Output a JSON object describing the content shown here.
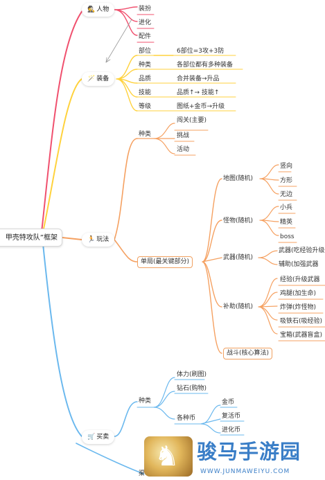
{
  "root": {
    "label": "甲壳特攻队”框架"
  },
  "colors": {
    "red": "#f0506e",
    "yellow": "#ffd23c",
    "orange": "#f5a060",
    "blue": "#6ab8ee"
  },
  "branches": {
    "character": {
      "label": "人物",
      "icon": "character-icon",
      "children": [
        "装扮",
        "进化",
        "配件"
      ]
    },
    "equipment": {
      "label": "装备",
      "icon": "wand-icon",
      "children": [
        {
          "label": "部位",
          "detail": "6部位=3攻+3防"
        },
        {
          "label": "种类",
          "detail": "各部位都有多种装备"
        },
        {
          "label": "品质",
          "detail": "合并装备→升品"
        },
        {
          "label": "技能",
          "detail": "品质↑→ 技能↑"
        },
        {
          "label": "等级",
          "detail": "图纸+金币→升级"
        }
      ]
    },
    "gameplay": {
      "label": "玩法",
      "icon": "runner-icon",
      "types": {
        "label": "种类",
        "children": [
          "闯关(主要)",
          "挑战",
          "活动"
        ]
      },
      "single": {
        "label": "单局(最关键部分)",
        "map": {
          "label": "地图(随机)",
          "children": [
            "竖向",
            "方形",
            "无边"
          ]
        },
        "monster": {
          "label": "怪物(随机)",
          "children": [
            "小兵",
            "精英",
            "boss"
          ]
        },
        "weapon": {
          "label": "武器(随机)",
          "children": [
            "武器(吃经验升级",
            "辅助(加强武器"
          ]
        },
        "assist": {
          "label": "补助(随机)",
          "children": [
            "经验(升级武器",
            "鸡腿(加生命)",
            "炸弹(炸怪物)",
            "吸铁石(吸经验)",
            "宝箱(武器盲盒)"
          ]
        },
        "battle": {
          "label": "战斗(核心算法)"
        }
      }
    },
    "shop": {
      "label": "买卖",
      "icon": "cart-icon",
      "types": {
        "label": "种类",
        "children": [
          "体力(刷图)",
          "钻石(购物)"
        ]
      },
      "coins": {
        "label": "各种币",
        "children": [
          "金币",
          "复活币",
          "进化币"
        ]
      },
      "bottom_partial": "渠"
    }
  },
  "watermark": {
    "title": "骏马手游园",
    "url": "WWW.JUNMAWEIYU.COM"
  }
}
